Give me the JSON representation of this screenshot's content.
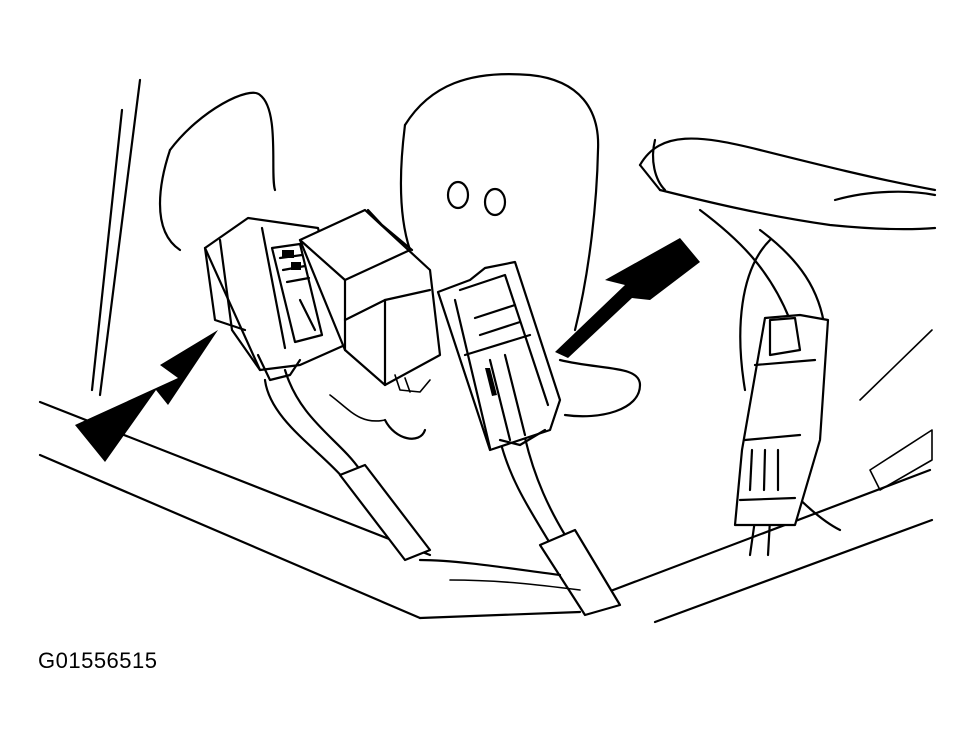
{
  "figure": {
    "code": "G01556515"
  },
  "colors": {
    "background": "#ffffff",
    "ink": "#000000"
  },
  "parts": [
    "background-panel",
    "trim-cover",
    "left-connector",
    "middle-relay",
    "right-connector",
    "side-connector",
    "wire-harness",
    "pointer-arrow-left",
    "pointer-arrow-right"
  ]
}
